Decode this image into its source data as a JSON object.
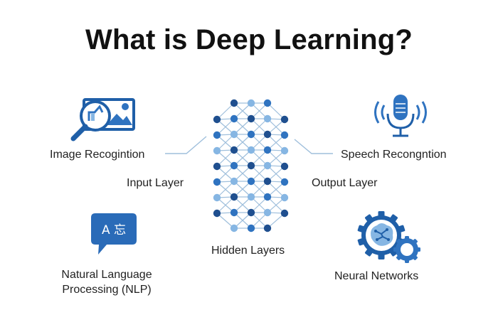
{
  "title": "What is Deep Learning?",
  "labels": {
    "image_recognition": "Image Recogintion",
    "speech_recognition": "Speech Recongntion",
    "input_layer": "Input Layer",
    "output_layer": "Output Layer",
    "hidden_layers": "Hidden Layers",
    "nlp_line1": "Natural Language",
    "nlp_line2": "Processing (NLP)",
    "neural_networks": "Neural Networks"
  },
  "icons": {
    "image_recognition": "magnifier-image-icon",
    "speech": "microphone-icon",
    "nlp": "chat-translate-icon",
    "neural": "brain-gears-icon"
  },
  "nlp_bubble_text": "A 忘",
  "colors": {
    "dark_blue": "#1f4f8f",
    "mid_blue": "#2f73c0",
    "light_blue": "#86b6e3",
    "line": "#9fbfdc"
  }
}
